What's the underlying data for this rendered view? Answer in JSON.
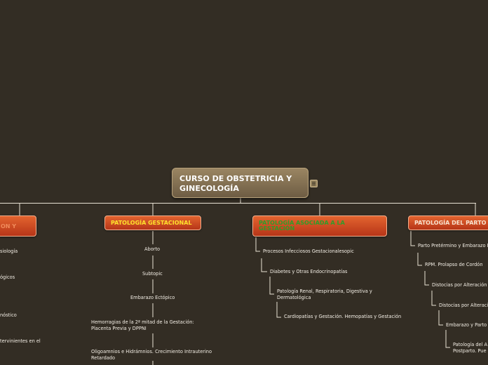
{
  "root": {
    "title": "CURSO DE OBSTETRICIA Y GINECOLOGÍA"
  },
  "branches": [
    {
      "label": "ON Y",
      "color": "#f08a5a",
      "items": [
        "siología",
        "ógicos",
        "nóstico",
        "tervinientes en el"
      ]
    },
    {
      "label": "PATOLOGÍA GESTACIONAL",
      "color": "#ffe22c",
      "items": [
        "Aborto",
        "Subtopic",
        "Embarazo Ectópico",
        "Hemorragias de la 2ª mitad de la Gestación: Placenta Previa y DPPNI",
        "Oligoamnios e Hidrámnios. Crecimiento Intrauterino Retardado"
      ]
    },
    {
      "label": "PATOLOGÍA ASOCIADA A LA GESTACIÓN",
      "color": "#2f9c2a",
      "items": [
        "Procesos Infecciosos Gestacionalesopic",
        "Diabetes y Otras Endocrinopatías",
        "Patología Renal, Respiratoria, Digestiva y Dermatológica",
        "Cardiopatías y Gestación. Hemopatías y Gestación"
      ]
    },
    {
      "label": "PATOLOGÍA DEL PARTO",
      "color": "#f8e2cf",
      "items": [
        "Parto Pretérmino y Embarazo P",
        "RPM. Prolapso de Cordón",
        "Distocias por Alteración",
        "Distocias por Alteraci",
        "Embarazo y Parto",
        "Patología del A Postparto. Pue"
      ]
    }
  ]
}
